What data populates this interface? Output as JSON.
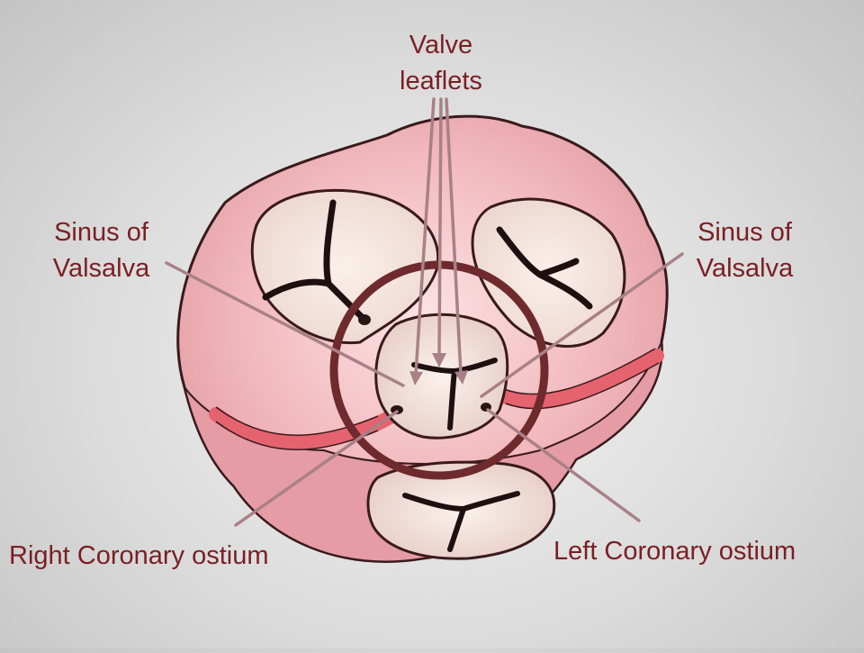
{
  "colors": {
    "label_text": "#7a1f24",
    "pointer_line": "#a98088",
    "ring": "#6e2a2c",
    "tissue_light": "#f7d3d5",
    "tissue_mid": "#eba7ae",
    "tissue_dark": "#c76d77",
    "coronary_band": "#e5636e",
    "outline": "#3a1a1c"
  },
  "labels": {
    "valve_line1": "Valve",
    "valve_line2": "leaflets",
    "sinus_left_line1": "Sinus of",
    "sinus_left_line2": "Valsalva",
    "sinus_right_line1": "Sinus of",
    "sinus_right_line2": "Valsalva",
    "right_coronary": "Right Coronary ostium",
    "left_coronary": "Left Coronary ostium"
  }
}
